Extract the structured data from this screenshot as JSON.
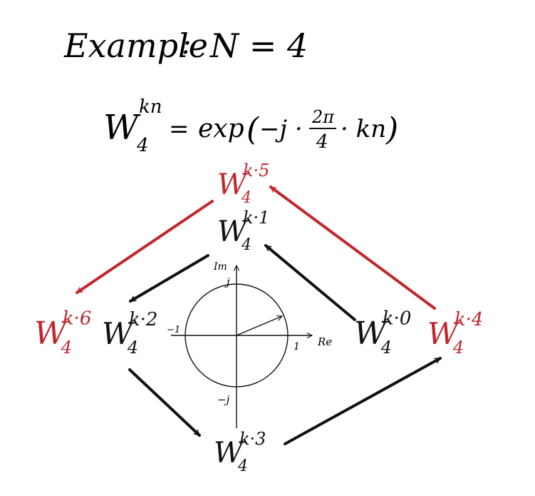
{
  "heading": {
    "prefix": "Example",
    "colon": ":",
    "expr": "N = 4"
  },
  "formula": {
    "lhs_base": "W",
    "lhs_sub": "4",
    "lhs_sup": "kn",
    "eq": "=",
    "rhs_func": "exp",
    "rhs_open": "(",
    "rhs_minus_j": "−j ·",
    "frac_num": "2π",
    "frac_den": "4",
    "rhs_tail": "· kn",
    "rhs_close": ")"
  },
  "twiddles": [
    {
      "id": "k0",
      "base": "W",
      "sub": "4",
      "sup": "k·0",
      "color": "#111111"
    },
    {
      "id": "k1",
      "base": "W",
      "sub": "4",
      "sup": "k·1",
      "color": "#111111"
    },
    {
      "id": "k2",
      "base": "W",
      "sub": "4",
      "sup": "k·2",
      "color": "#111111"
    },
    {
      "id": "k3",
      "base": "W",
      "sub": "4",
      "sup": "k·3",
      "color": "#111111"
    },
    {
      "id": "k4",
      "base": "W",
      "sub": "4",
      "sup": "k·4",
      "color": "#c0272d"
    },
    {
      "id": "k5",
      "base": "W",
      "sub": "4",
      "sup": "k·5",
      "color": "#c0272d"
    },
    {
      "id": "k6",
      "base": "W",
      "sub": "4",
      "sup": "k·6",
      "color": "#c0272d"
    }
  ],
  "unit_circle": {
    "axis_im": "Im",
    "axis_re": "Re",
    "tick_j": "j",
    "tick_neg_j": "−j",
    "tick_1": "1",
    "tick_neg_1": "−1"
  },
  "colors": {
    "ink": "#111111",
    "red": "#c0272d",
    "background": "#ffffff"
  }
}
